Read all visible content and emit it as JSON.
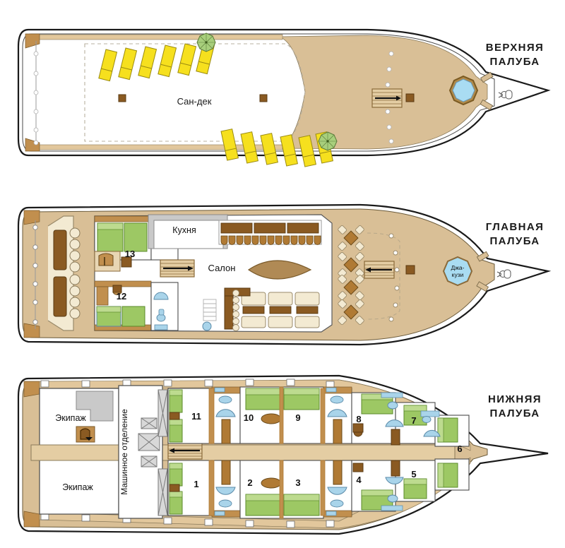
{
  "diagram": {
    "title": "Ship deck plan",
    "decks": [
      {
        "id": "upper",
        "label_line1": "ВЕРХНЯЯ",
        "label_line2": "ПАЛУБА",
        "areas": [
          {
            "name": "sun-deck",
            "label": "Сан-дек"
          }
        ],
        "features": {
          "sun_loungers_aft_row": 6,
          "sun_loungers_fwd_row": 6,
          "umbrellas": 2,
          "pool_label": "",
          "stairs": 1,
          "masts": 3
        }
      },
      {
        "id": "main",
        "label_line1": "ГЛАВНАЯ",
        "label_line2": "ПАЛУБА",
        "areas": [
          {
            "name": "kitchen",
            "label": "Кухня"
          },
          {
            "name": "salon",
            "label": "Салон"
          },
          {
            "name": "jacuzzi",
            "label_line1": "Джа-",
            "label_line2": "кузи"
          }
        ],
        "cabins": [
          {
            "number": "13"
          },
          {
            "number": "12"
          }
        ],
        "features": {
          "aft_tables": 2,
          "aft_chairs_per_table": 4,
          "outdoor_tables": 4,
          "stairs": 2,
          "dining_benches": 3,
          "dining_stools": 13
        }
      },
      {
        "id": "lower",
        "label_line1": "НИЖНЯЯ",
        "label_line2": "ПАЛУБА",
        "areas": [
          {
            "name": "crew-aft",
            "label": "Экипаж"
          },
          {
            "name": "crew-fwd",
            "label": "Экипаж"
          },
          {
            "name": "engine-room",
            "label": "Машинное отделение"
          }
        ],
        "cabins": [
          {
            "number": "11"
          },
          {
            "number": "10"
          },
          {
            "number": "9"
          },
          {
            "number": "8"
          },
          {
            "number": "7"
          },
          {
            "number": "6"
          },
          {
            "number": "5"
          },
          {
            "number": "4"
          },
          {
            "number": "3"
          },
          {
            "number": "2"
          },
          {
            "number": "1"
          }
        ],
        "features": {
          "stairs": 2
        }
      }
    ],
    "colors": {
      "hull_outline": "#1a1a1a",
      "deck_tan": "#d9bf96",
      "deck_wood": "#c18f4e",
      "wood_dark": "#8a5a22",
      "wood_mid": "#b07a34",
      "table_brown": "#8a5a22",
      "floor_white": "#ffffff",
      "bed_green": "#9dc864",
      "bed_green_light": "#bddb8f",
      "bath_blue": "#a9d4ea",
      "lounger_yellow": "#f6e01e",
      "umbrella_green": "#a8cf7c",
      "pool_blue": "#a9dcf2",
      "wall_grey": "#c9c9c9",
      "label_text": "#1a1a1a"
    }
  }
}
